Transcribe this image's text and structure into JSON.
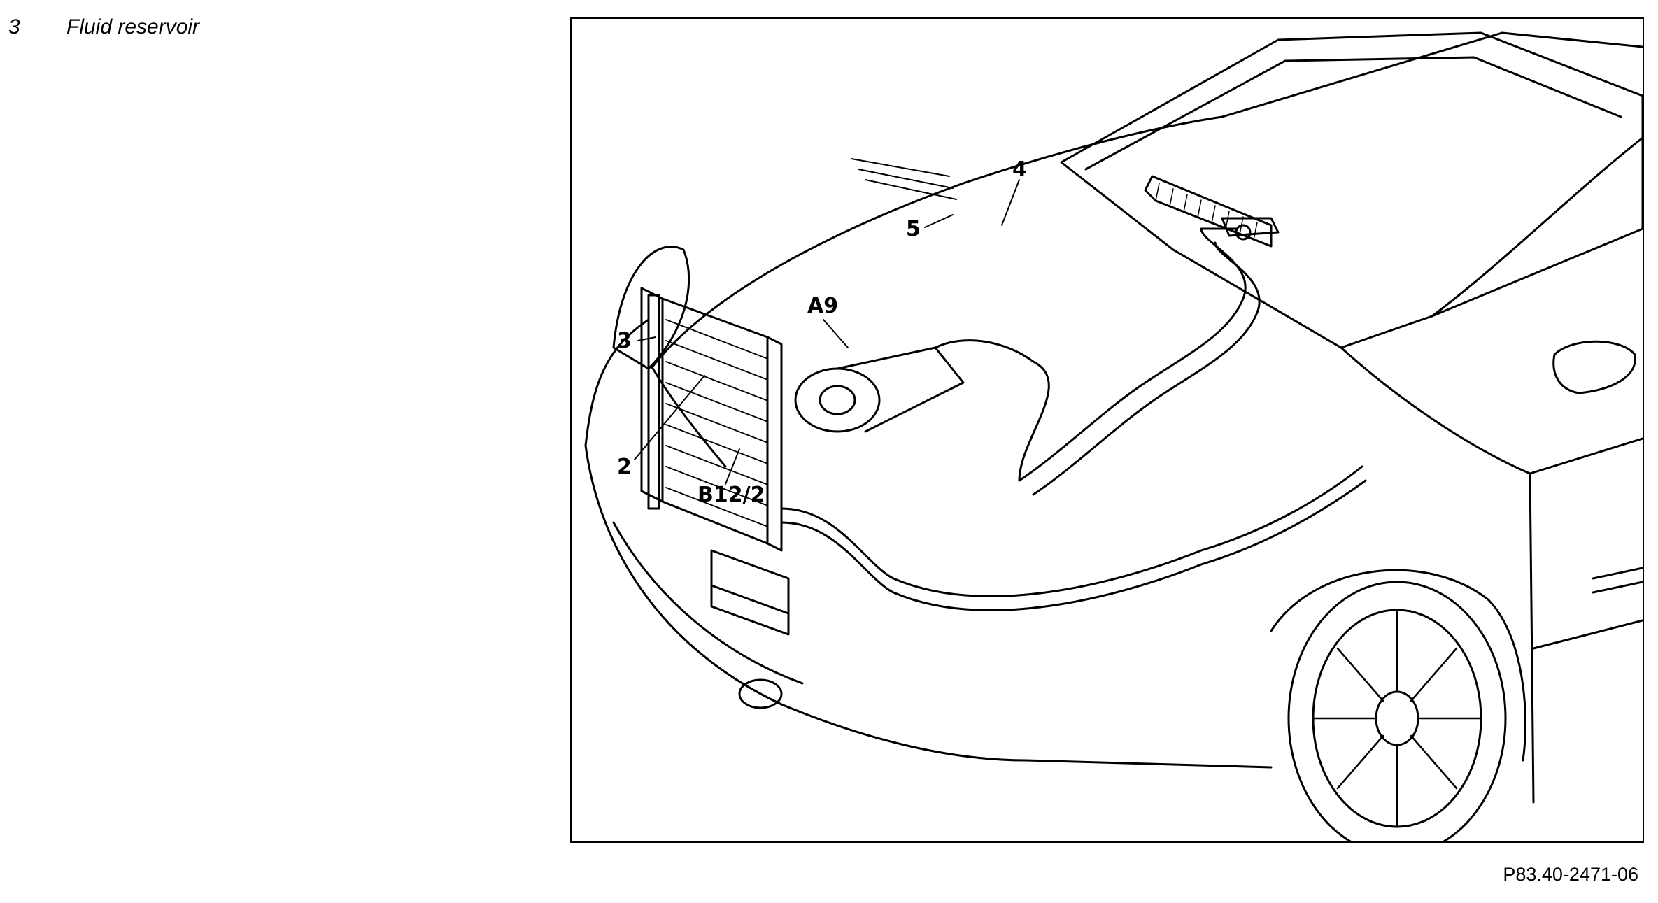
{
  "legend": {
    "number": "3",
    "text": "Fluid reservoir"
  },
  "figure": {
    "callouts": {
      "c2": "2",
      "c3": "3",
      "c4": "4",
      "c5": "5",
      "a9": "A9",
      "b12": "B12/2"
    },
    "reference": "P83.40-2471-06"
  }
}
